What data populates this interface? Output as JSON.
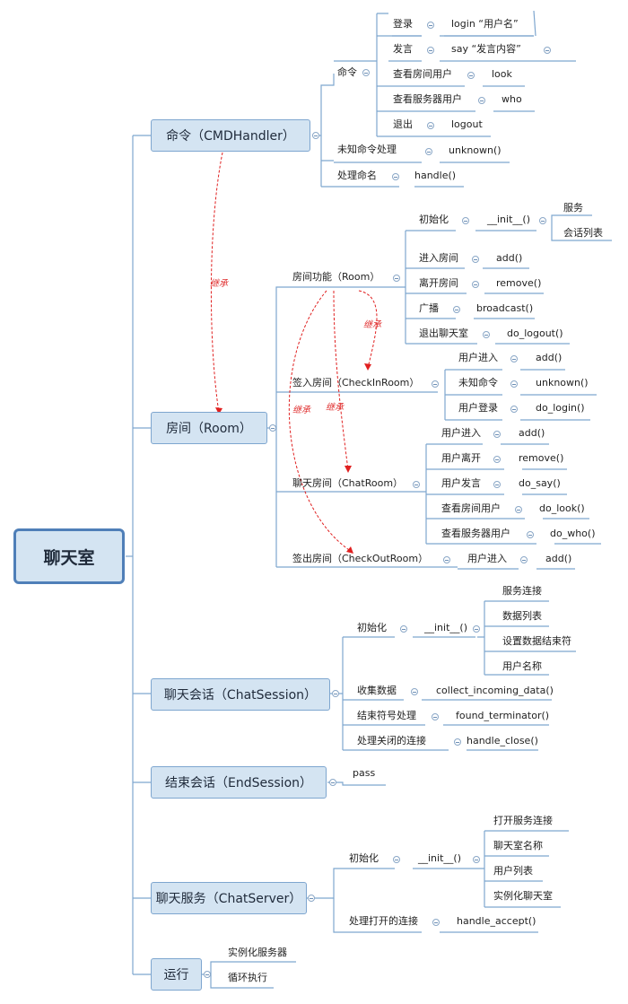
{
  "root": "聊天室",
  "inherit_label": "继承",
  "cmd": {
    "title": "命令（CMDHandler）",
    "commands_label": "命令",
    "login": "登录",
    "login_fn": "login “用户名”",
    "say": "发言",
    "say_fn": "say “发言内容”",
    "look": "查看房间用户",
    "look_fn": "look",
    "who": "查看服务器用户",
    "who_fn": "who",
    "logout": "退出",
    "logout_fn": "logout",
    "unknown": "未知命令处理",
    "unknown_fn": "unknown()",
    "handle": "处理命名",
    "handle_fn": "handle()"
  },
  "room": {
    "title": "房间（Room）",
    "func": "房间功能（Room）",
    "init": "初始化",
    "init_fn": "__init__()",
    "server": "服务",
    "sessions": "会话列表",
    "enter": "进入房间",
    "enter_fn": "add()",
    "leave": "离开房间",
    "leave_fn": "remove()",
    "broadcast": "广播",
    "broadcast_fn": "broadcast()",
    "exit": "退出聊天室",
    "exit_fn": "do_logout()",
    "checkin": "签入房间（CheckInRoom）",
    "ci_enter": "用户进入",
    "ci_enter_fn": "add()",
    "ci_unknown": "未知命令",
    "ci_unknown_fn": "unknown()",
    "ci_login": "用户登录",
    "ci_login_fn": "do_login()",
    "chatroom": "聊天房间（ChatRoom）",
    "cr_enter": "用户进入",
    "cr_enter_fn": "add()",
    "cr_leave": "用户离开",
    "cr_leave_fn": "remove()",
    "cr_say": "用户发言",
    "cr_say_fn": "do_say()",
    "cr_look": "查看房间用户",
    "cr_look_fn": "do_look()",
    "cr_who": "查看服务器用户",
    "cr_who_fn": "do_who()",
    "checkout": "签出房间（CheckOutRoom）",
    "co_enter": "用户进入",
    "co_enter_fn": "add()"
  },
  "session": {
    "title": "聊天会话（ChatSession）",
    "init": "初始化",
    "init_fn": "__init__()",
    "conn": "服务连接",
    "data": "数据列表",
    "term": "设置数据结束符",
    "name": "用户名称",
    "collect": "收集数据",
    "collect_fn": "collect_incoming_data()",
    "found": "结束符号处理",
    "found_fn": "found_terminator()",
    "close": "处理关闭的连接",
    "close_fn": "handle_close()"
  },
  "end": {
    "title": "结束会话（EndSession）",
    "pass": "pass"
  },
  "server": {
    "title": "聊天服务（ChatServer）",
    "init": "初始化",
    "init_fn": "__init__()",
    "open": "打开服务连接",
    "name": "聊天室名称",
    "users": "用户列表",
    "inst": "实例化聊天室",
    "accept": "处理打开的连接",
    "accept_fn": "handle_accept()"
  },
  "run": {
    "title": "运行",
    "inst": "实例化服务器",
    "loop": "循环执行"
  }
}
